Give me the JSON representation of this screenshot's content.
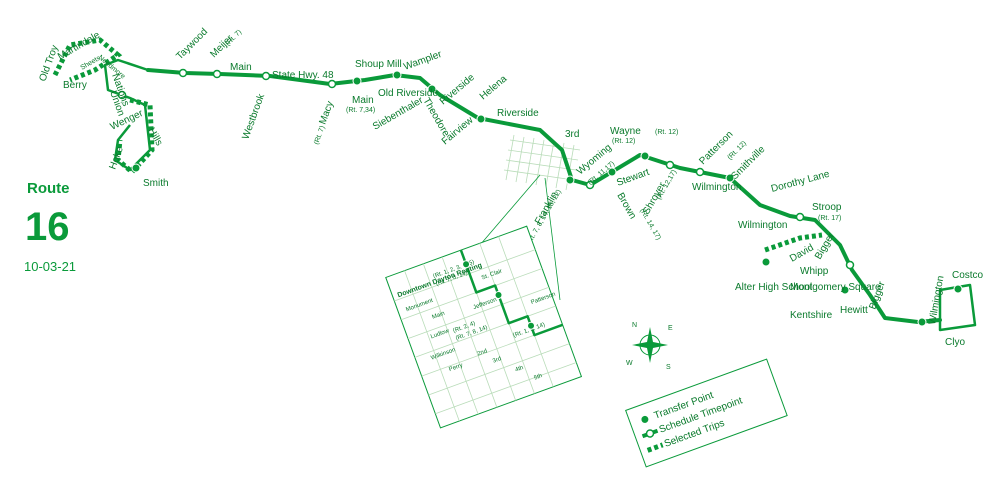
{
  "route": {
    "title": "Route",
    "number": "16",
    "date": "10-03-21"
  },
  "streets": {
    "martindale": "Martindale",
    "old_troy": "Old Troy",
    "berry": "Berry",
    "sheets": "Sheets",
    "needmore": "Needmore",
    "nations": "Nations",
    "union": "Union",
    "wenger": "Wenger",
    "hoke": "Hoke",
    "smith": "Smith",
    "hills": "Hills",
    "taywood": "Taywood",
    "meijer": "Meijer",
    "meijer_rt": "(Rt. 7)",
    "main": "Main",
    "state_hwy_48": "State Hwy. 48",
    "westbrook": "Westbrook",
    "macy": "Macy",
    "macy_rt": "(Rt. 7)",
    "shoup_mill": "Shoup Mill",
    "main2": "Main",
    "main2_rt": "(Rt. 7,34)",
    "old_riverside": "Old Riverside",
    "wampler": "Wampler",
    "siebenthaler": "Siebenthaler",
    "theodore": "Theodore",
    "riverside": "Riverside",
    "helena": "Helena",
    "fairview": "Fairview",
    "riverside2": "Riverside",
    "third": "3rd",
    "wayne": "Wayne",
    "wayne_rt": "(Rt. 12)",
    "rt12": "(Rt. 12)",
    "wyoming": "Wyoming",
    "wyoming_rt": "(Rt. 11,17)",
    "stewart": "Stewart",
    "brown": "Brown",
    "brown_rt": "(Rt. 14, 17)",
    "shroyer": "Shroyer",
    "shroyer_rt": "(Rt. 12,17)",
    "patterson": "Patterson",
    "patterson_rt": "(Rt. 12)",
    "wilmington": "Wilmington",
    "smithville": "Smithville",
    "franklin": "Franklin",
    "franklin_rt": "(Rt. 7, 8, 14, 18, 22)",
    "dorothy_lane": "Dorothy Lane",
    "wilmington2": "Wilmington",
    "stroop": "Stroop",
    "stroop_rt": "(Rt. 17)",
    "alter": "Alter High School",
    "david": "David",
    "bigger": "Bigger",
    "whipp": "Whipp",
    "montgomery_square": "Montgomery Square",
    "hewitt": "Hewitt",
    "kentshire": "Kentshire",
    "bigger2": "Bigger",
    "wilmington3": "Wilmington",
    "costco": "Costco",
    "clyo": "Clyo"
  },
  "inset": {
    "title": "Downtown Dayton Routing",
    "monument": "Monument",
    "main": "Main",
    "ludlow": "Ludlow",
    "wilkinson": "Wilkinson",
    "perry": "Perry",
    "second": "2nd",
    "third": "3rd",
    "fourth": "4th",
    "fifth": "5th",
    "st_clair": "St. Clair",
    "jefferson": "Jefferson",
    "patterson": "Patterson",
    "hub_a": "(Rt. 1, 2, 3, 4, 5)",
    "hub_b": "(Rt. 7, 8, 14)",
    "hub_c": "(Rt. 2, 4)",
    "hub_d": "(Rt. 7, 8, 14)",
    "hub_e": "(Rt. 1, 8, 14)"
  },
  "compass": {
    "n": "N",
    "e": "E",
    "s": "S",
    "w": "W"
  },
  "legend": {
    "transfer_point": "Transfer Point",
    "schedule_timepoint": "Schedule Timepoint",
    "selected_trips": "Selected Trips"
  },
  "colors": {
    "route": "#0a9a3a",
    "text": "#0a7a2c",
    "grid": "#b9dcb9"
  }
}
